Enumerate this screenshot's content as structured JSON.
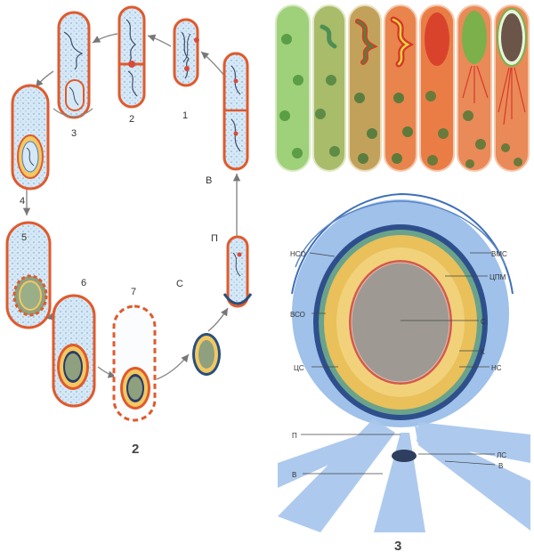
{
  "figure_numbers": {
    "cycle": "2",
    "spore": "3"
  },
  "cycle_labels": {
    "s1": "1",
    "s2": "2",
    "s3": "3",
    "s4": "4",
    "s5": "5",
    "s6": "6",
    "s7": "7",
    "v": "В",
    "p": "П",
    "s": "С"
  },
  "spore_labels": {
    "nso": "НСО",
    "vms": "ВМС",
    "cpm": "ЦПМ",
    "vso": "ВСО",
    "c": "С",
    "k": "К",
    "cs": "ЦС",
    "ns": "НС",
    "p": "П",
    "ls": "ЛС",
    "v1": "В",
    "v2": "В"
  },
  "colors": {
    "cell_wall": "#e05a2c",
    "cytoplasm": "#cfe4f4",
    "spore_core": "#8fa07e",
    "cortex": "#f2c862",
    "coat_blue": "#4b7ac4",
    "bar_green": "#8cc461",
    "bar_orange": "#e9844c"
  }
}
